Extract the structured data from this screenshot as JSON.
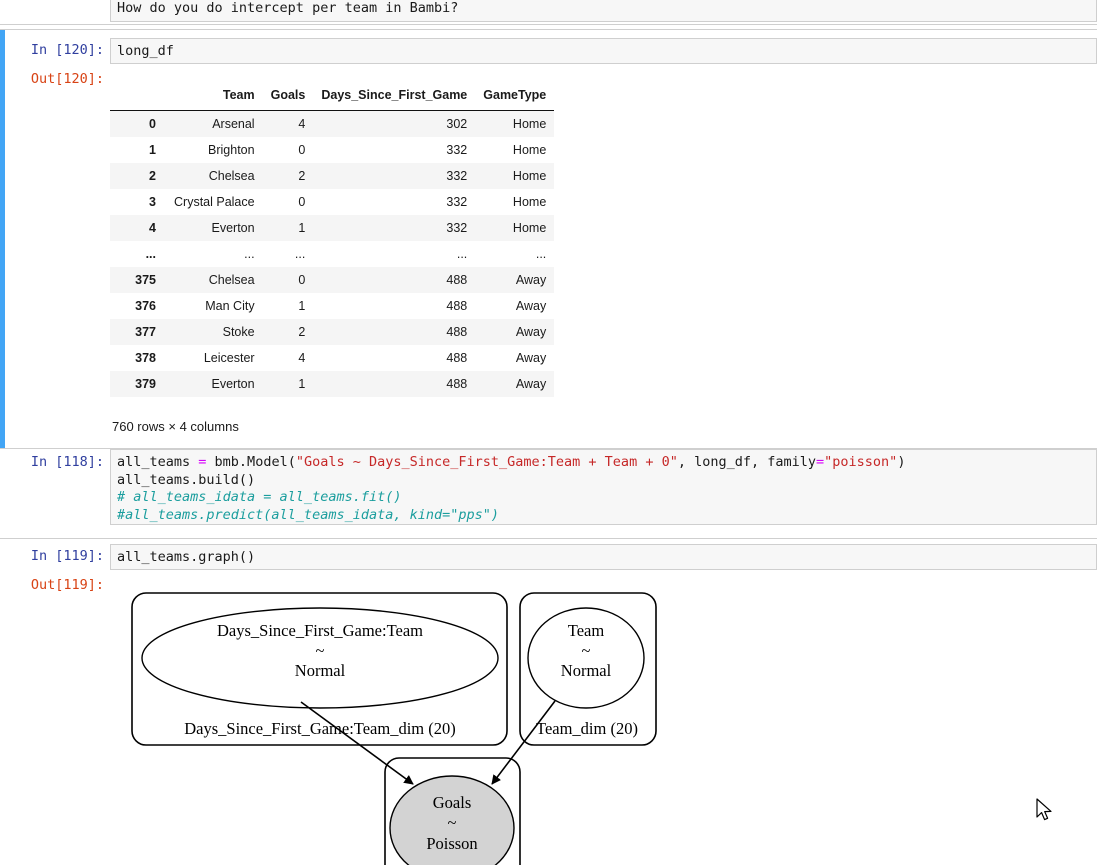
{
  "notebook": {
    "cells": [
      {
        "kind": "markdown-ish",
        "prompt_in": "",
        "source": "How do you do intercept per team in Bambi?"
      },
      {
        "kind": "code",
        "prompt_in": "In [120]:",
        "prompt_out": "Out[120]:",
        "source": "long_df",
        "selected": true
      },
      {
        "kind": "code",
        "prompt_in": "In [118]:",
        "source_lines": [
          "all_teams = bmb.Model(\"Goals ~ Days_Since_First_Game:Team + Team + 0\", long_df, family=\"poisson\")",
          "all_teams.build()",
          "# all_teams_idata = all_teams.fit()",
          "#all_teams.predict(all_teams_idata, kind=\"pps\")"
        ]
      },
      {
        "kind": "code",
        "prompt_in": "In [119]:",
        "prompt_out": "Out[119]:",
        "source": "all_teams.graph()"
      }
    ]
  },
  "dataframe": {
    "columns": [
      "Team",
      "Goals",
      "Days_Since_First_Game",
      "GameType"
    ],
    "index_header": "",
    "rows": [
      {
        "index": "0",
        "Team": "Arsenal",
        "Goals": "4",
        "Days_Since_First_Game": "302",
        "GameType": "Home"
      },
      {
        "index": "1",
        "Team": "Brighton",
        "Goals": "0",
        "Days_Since_First_Game": "332",
        "GameType": "Home"
      },
      {
        "index": "2",
        "Team": "Chelsea",
        "Goals": "2",
        "Days_Since_First_Game": "332",
        "GameType": "Home"
      },
      {
        "index": "3",
        "Team": "Crystal Palace",
        "Goals": "0",
        "Days_Since_First_Game": "332",
        "GameType": "Home"
      },
      {
        "index": "4",
        "Team": "Everton",
        "Goals": "1",
        "Days_Since_First_Game": "332",
        "GameType": "Home"
      },
      {
        "index": "...",
        "Team": "...",
        "Goals": "...",
        "Days_Since_First_Game": "...",
        "GameType": "..."
      },
      {
        "index": "375",
        "Team": "Chelsea",
        "Goals": "0",
        "Days_Since_First_Game": "488",
        "GameType": "Away"
      },
      {
        "index": "376",
        "Team": "Man City",
        "Goals": "1",
        "Days_Since_First_Game": "488",
        "GameType": "Away"
      },
      {
        "index": "377",
        "Team": "Stoke",
        "Goals": "2",
        "Days_Since_First_Game": "488",
        "GameType": "Away"
      },
      {
        "index": "378",
        "Team": "Leicester",
        "Goals": "4",
        "Days_Since_First_Game": "488",
        "GameType": "Away"
      },
      {
        "index": "379",
        "Team": "Everton",
        "Goals": "1",
        "Days_Since_First_Game": "488",
        "GameType": "Away"
      }
    ],
    "shape_text": "760 rows × 4 columns"
  },
  "model_graph": {
    "nodes": [
      {
        "id": "days-since-first-game-team",
        "shape": "ellipse",
        "name": "Days_Since_First_Game:Team",
        "tilde": "~",
        "dist": "Normal",
        "plate_label": "Days_Since_First_Game:Team_dim (20)",
        "filled": false
      },
      {
        "id": "team",
        "shape": "ellipse",
        "name": "Team",
        "tilde": "~",
        "dist": "Normal",
        "plate_label": "Team_dim (20)",
        "filled": false
      },
      {
        "id": "goals",
        "shape": "ellipse",
        "name": "Goals",
        "tilde": "~",
        "dist": "Poisson",
        "plate_label": "",
        "filled": true
      }
    ],
    "edges": [
      {
        "from": "days-since-first-game-team",
        "to": "goals"
      },
      {
        "from": "team",
        "to": "goals"
      }
    ],
    "observed_fill": "#d3d3d3",
    "stroke": "#000000"
  },
  "colors": {
    "selected_cell_bar": "#42a5f5",
    "prompt_in": "#303f9f",
    "prompt_out": "#d84315",
    "code_string": "#c62828",
    "code_operator": "#d500f9",
    "code_comment": "#1b9e9e",
    "input_bg": "#f7f7f7",
    "input_border": "#cfcfcf"
  }
}
